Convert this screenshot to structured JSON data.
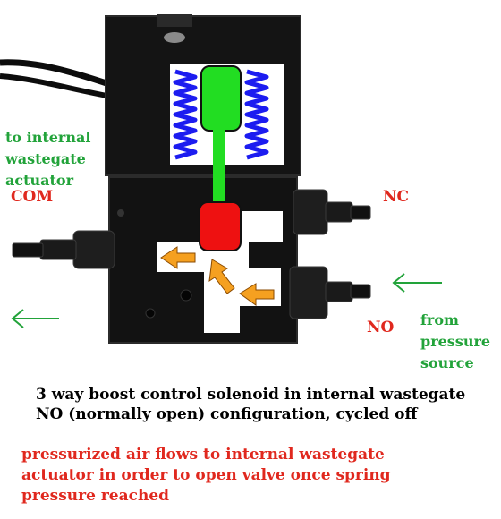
{
  "labels": {
    "to_internal": [
      "to internal",
      "wastegate",
      "actuator"
    ],
    "com": "COM",
    "nc": "NC",
    "no": "NO",
    "from_pressure": [
      "from",
      "pressure",
      "source"
    ]
  },
  "caption": {
    "line1": "3 way boost control solenoid in internal wastegate",
    "line2": "NO (normally open) configuration, cycled off"
  },
  "note": {
    "line1": "pressurized air flows to internal wastegate",
    "line2": "actuator in order to open valve once spring",
    "line3": "pressure reached"
  },
  "colors": {
    "green_text": "#22a33a",
    "red_text": "#e0281e",
    "spring": "#1c1cf0",
    "plunger": "#22dd22",
    "valve": "#ee1111",
    "arrow": "#f5a020",
    "body": "#141414"
  }
}
